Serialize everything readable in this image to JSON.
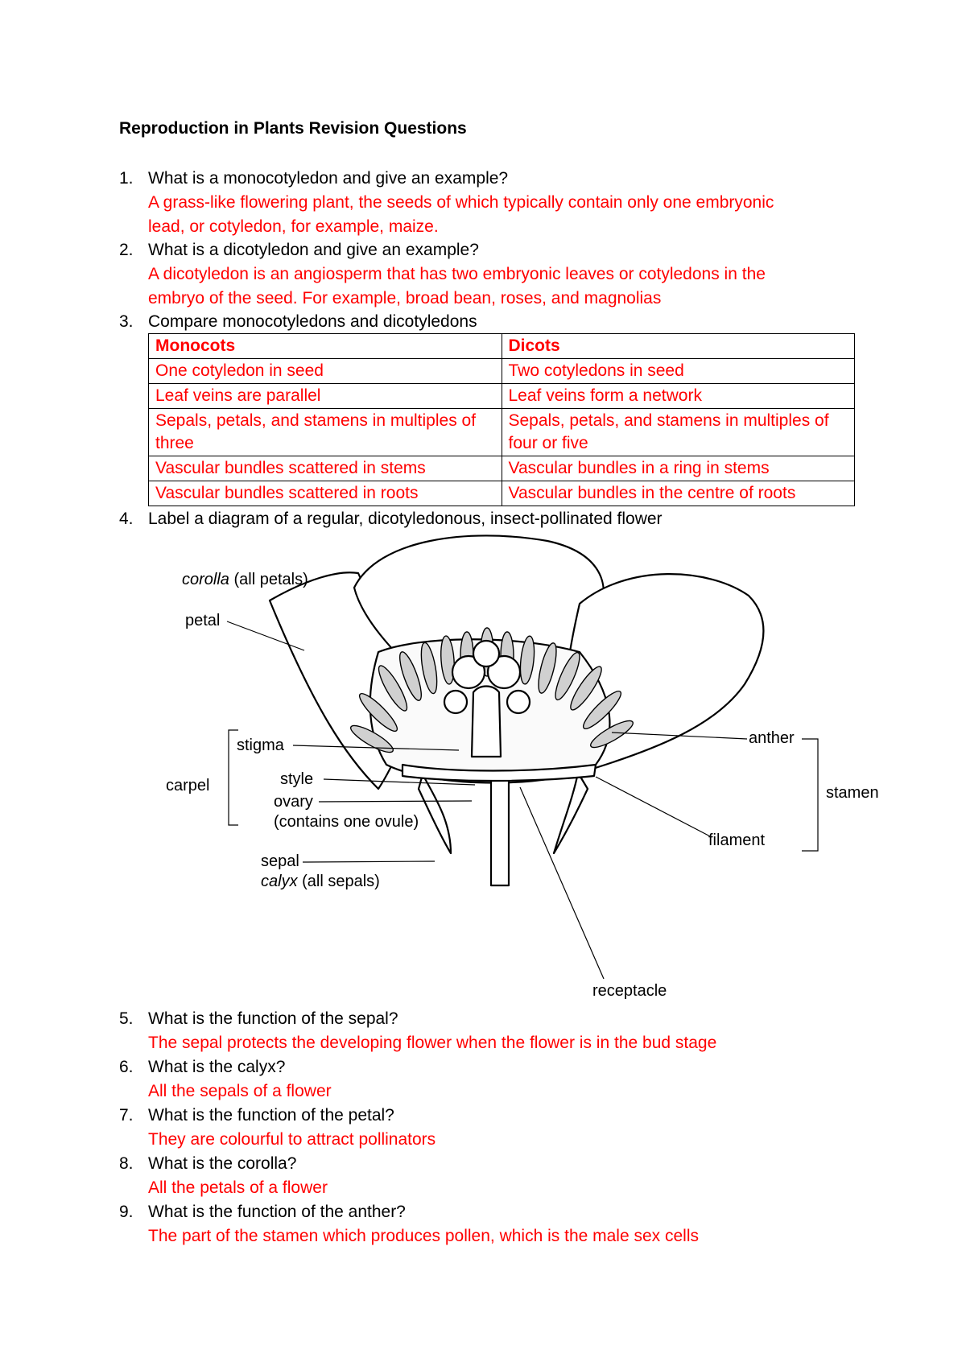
{
  "title": "Reproduction in Plants Revision Questions",
  "questions": [
    {
      "num": "1.",
      "text": "What is a monocotyledon and give an example?",
      "answer": [
        "A grass-like flowering plant, the seeds of which typically contain only one embryonic",
        "lead, or cotyledon, for example, maize."
      ]
    },
    {
      "num": "2.",
      "text": "What is a dicotyledon and give an example?",
      "answer": [
        "A dicotyledon is an angiosperm that has two embryonic leaves or cotyledons in the",
        "embryo of the seed. For example, broad bean, roses, and magnolias"
      ]
    },
    {
      "num": "3.",
      "text": "Compare monocotyledons and dicotyledons"
    },
    {
      "num": "4.",
      "text": "Label a diagram of a regular, dicotyledonous, insect-pollinated flower"
    },
    {
      "num": "5.",
      "text": "What is the function of the sepal?",
      "answer": [
        "The sepal protects the developing flower when the flower is in the bud stage"
      ]
    },
    {
      "num": "6.",
      "text": "What is the calyx?",
      "answer": [
        "All the sepals of a flower"
      ]
    },
    {
      "num": "7.",
      "text": "What is the function of the petal?",
      "answer": [
        "They are colourful to attract pollinators"
      ]
    },
    {
      "num": "8.",
      "text": "What is the corolla?",
      "answer": [
        "All the petals of a flower"
      ]
    },
    {
      "num": "9.",
      "text": "What is the function of the anther?",
      "answer": [
        "The part of the stamen which produces pollen, which is the male sex cells"
      ]
    }
  ],
  "table": {
    "headers": [
      "Monocots",
      "Dicots"
    ],
    "rows": [
      [
        "One cotyledon in seed",
        "Two cotyledons in seed"
      ],
      [
        "Leaf veins are parallel",
        "Leaf veins form a network"
      ],
      [
        "Sepals, petals, and stamens in multiples of three",
        "Sepals, petals, and stamens in multiples of four or five"
      ],
      [
        "Vascular bundles scattered in stems",
        "Vascular bundles in a ring in stems"
      ],
      [
        "Vascular bundles scattered in roots",
        "Vascular bundles in the centre of roots"
      ]
    ]
  },
  "diagram": {
    "corolla_italic": "corolla",
    "corolla_rest": " (all petals)",
    "petal": "petal",
    "stigma": "stigma",
    "carpel": "carpel",
    "style": "style",
    "ovary": "ovary",
    "ovary_note": "(contains one ovule)",
    "sepal": "sepal",
    "calyx_italic": "calyx",
    "calyx_rest": " (all sepals)",
    "anther": "anther",
    "stamen": "stamen",
    "filament": "filament",
    "receptacle": "receptacle"
  },
  "colors": {
    "answer": "#ff0000",
    "text": "#000000"
  }
}
